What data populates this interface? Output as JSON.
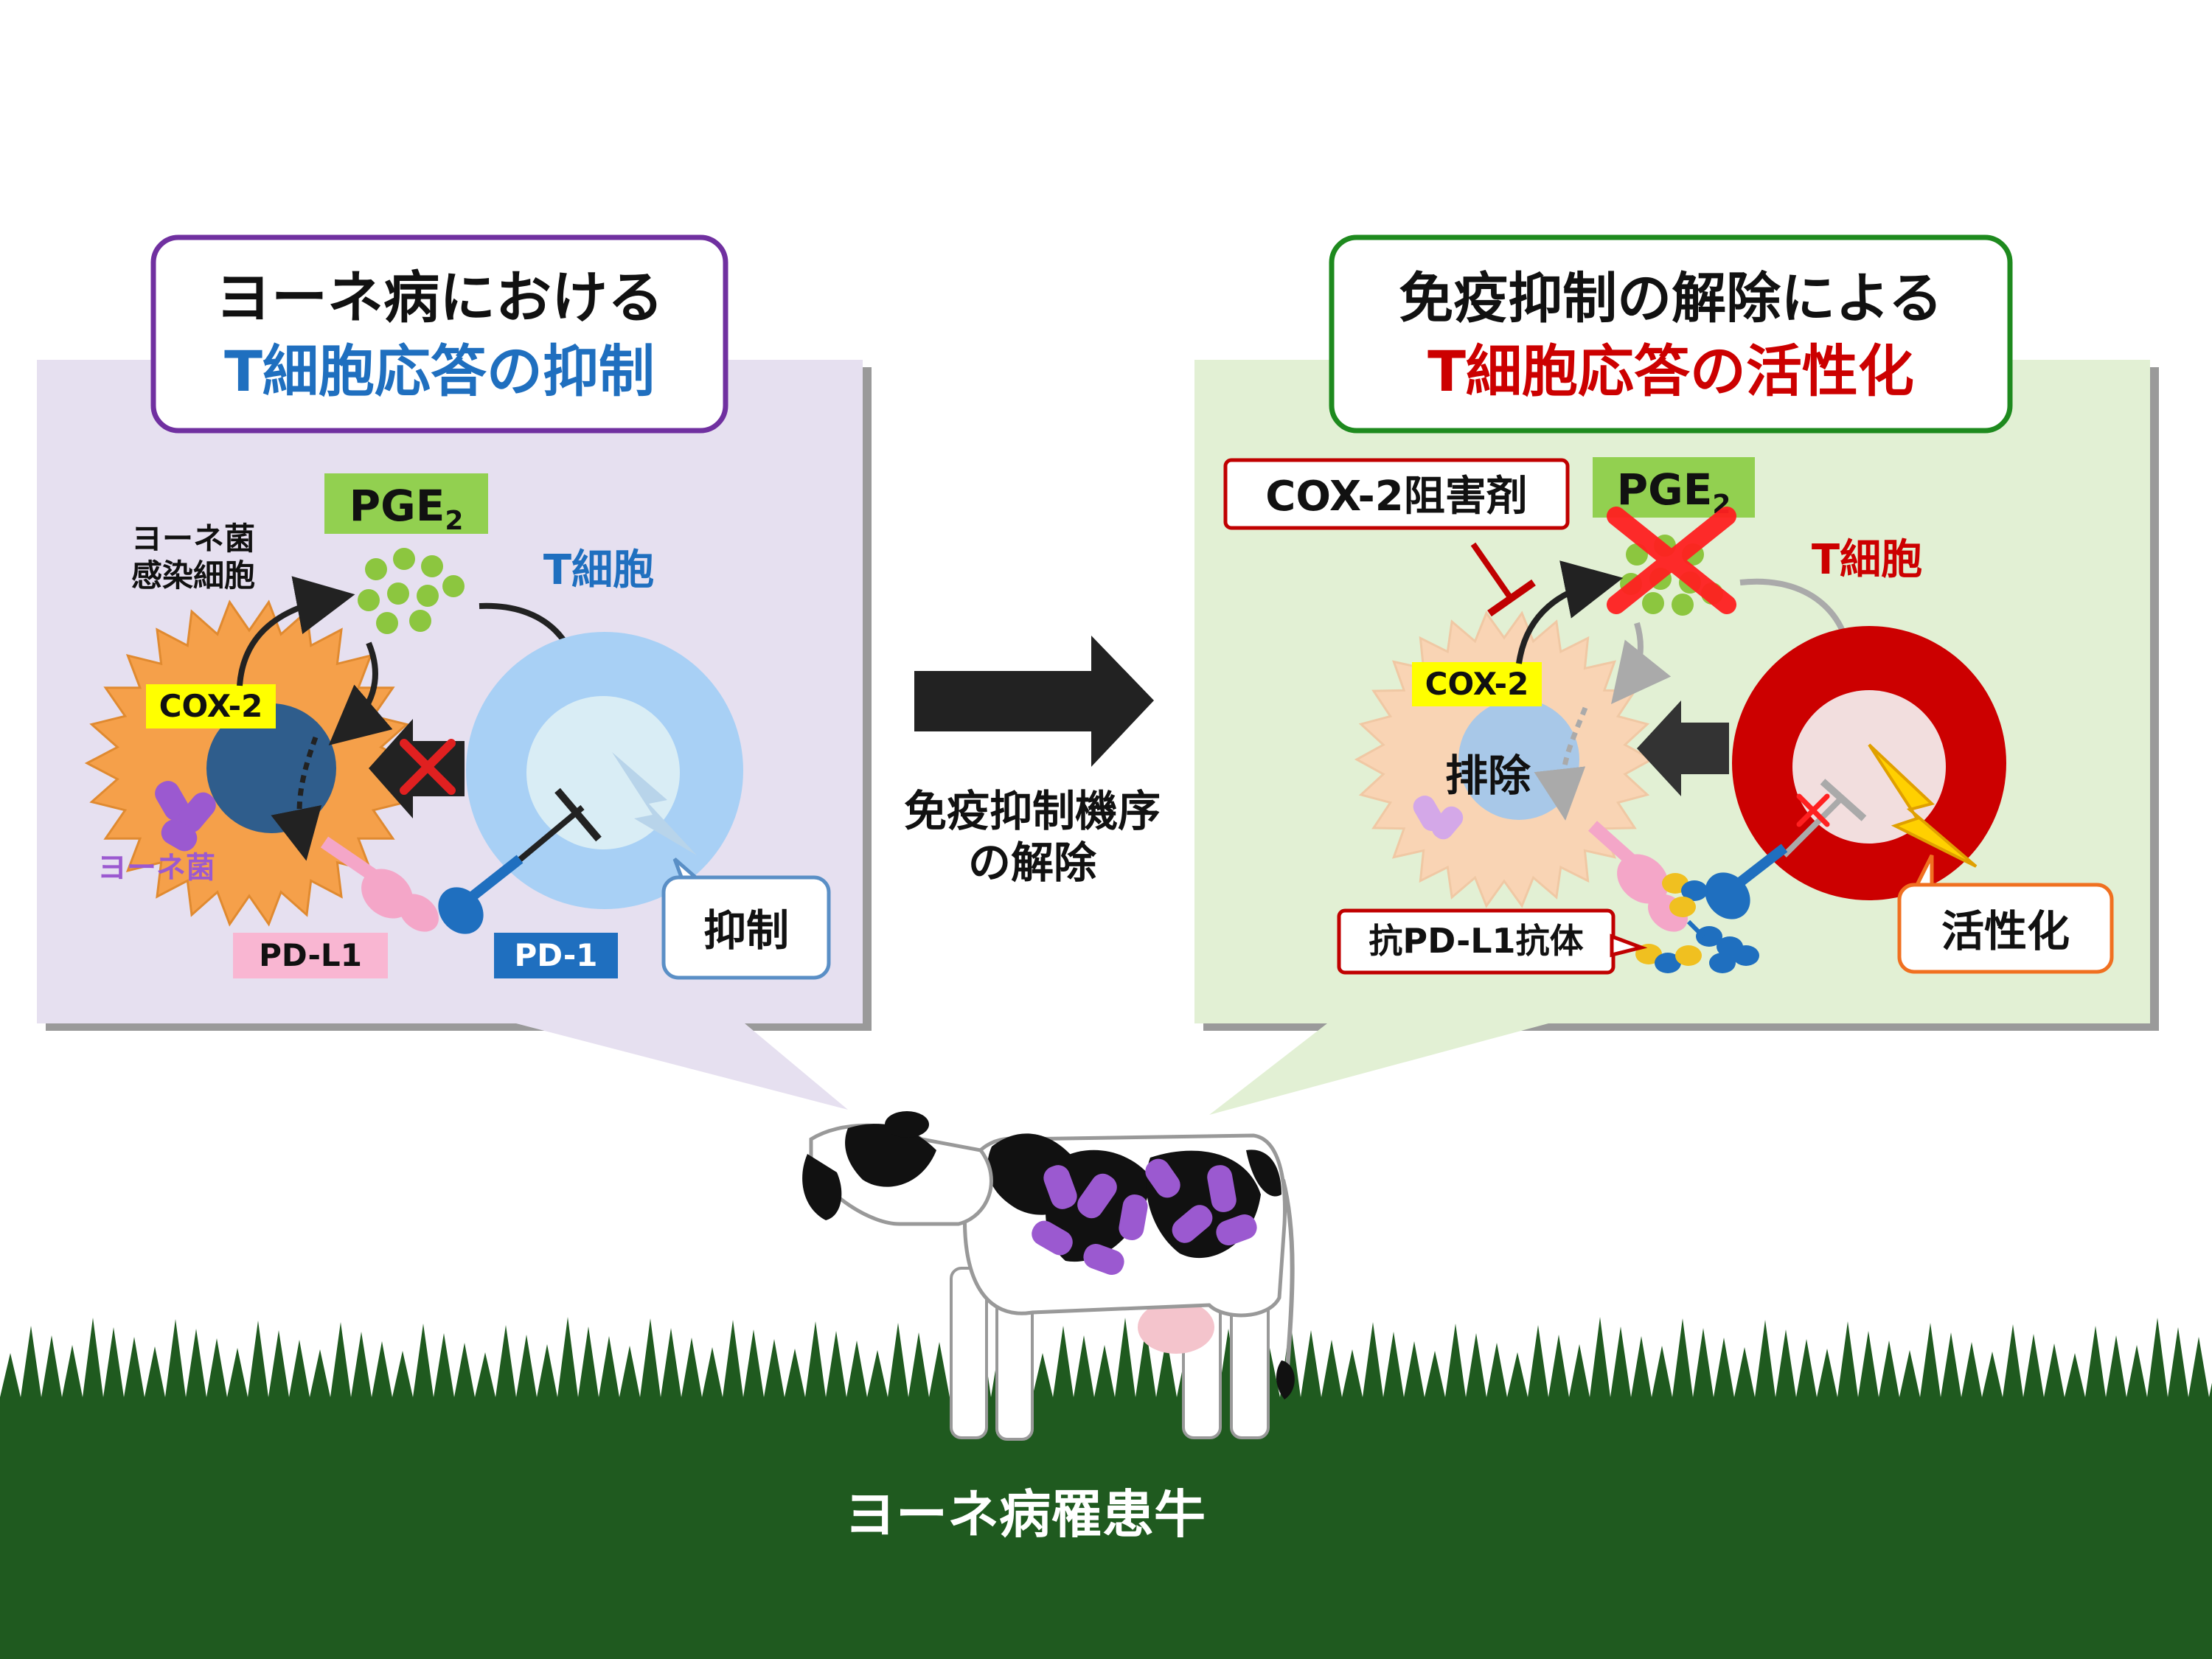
{
  "left_panel": {
    "title_line1": "ヨーネ病における",
    "title_line2": "T細胞応答の抑制",
    "pge2_main": "PGE",
    "pge2_sub": "2",
    "infected_cell_line1": "ヨーネ菌",
    "infected_cell_line2": "感染細胞",
    "tcell_label": "T細胞",
    "cox2_label": "COX-2",
    "bacteria_label": "ヨーネ菌",
    "pdl1_label": "PD-L1",
    "pd1_label": "PD-1",
    "suppression_label": "抑制"
  },
  "center": {
    "caption_line1": "免疫抑制機序",
    "caption_line2": "の解除"
  },
  "right_panel": {
    "title_line1": "免疫抑制の解除による",
    "title_line2": "T細胞応答の活性化",
    "cox2_inhibitor_label": "COX-2阻害剤",
    "pge2_main": "PGE",
    "pge2_sub": "2",
    "tcell_label": "T細胞",
    "cox2_label": "COX-2",
    "elimination_label": "排除",
    "anti_pdl1_label": "抗PD-L1抗体",
    "activation_label": "活性化"
  },
  "bottom_caption": "ヨーネ病罹患牛",
  "colors": {
    "left_panel_bg": "#e6e0f0",
    "right_panel_bg": "#e2f0d4",
    "purple_border": "#7030a0",
    "green_border": "#1e8a1e",
    "blue_text": "#1f6fbf",
    "red_text": "#cc0000",
    "orange": "#f5a04a",
    "grass": "#1f5a1f",
    "tcell_light": "#a8d0f5",
    "tcell_active": "#cc0000",
    "bacteria": "#9b59d0"
  }
}
